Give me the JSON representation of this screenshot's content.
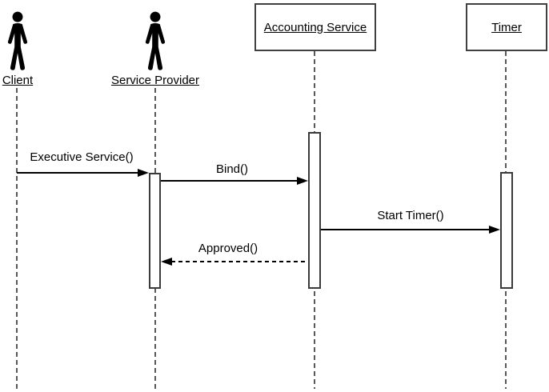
{
  "diagram": {
    "type": "uml-sequence-diagram",
    "participants": [
      {
        "id": "client",
        "kind": "actor",
        "label": "Client"
      },
      {
        "id": "service-provider",
        "kind": "actor",
        "label": "Service Provider"
      },
      {
        "id": "accounting-service",
        "kind": "object",
        "label": "Accounting Service"
      },
      {
        "id": "timer",
        "kind": "object",
        "label": "Timer"
      }
    ],
    "messages": [
      {
        "label": "Executive Service()",
        "from": "Client",
        "to": "Service Provider",
        "line": "solid"
      },
      {
        "label": "Bind()",
        "from": "Service Provider",
        "to": "Accounting Service",
        "line": "solid"
      },
      {
        "label": "Start Timer()",
        "from": "Accounting Service",
        "to": "Timer",
        "line": "solid"
      },
      {
        "label": "Approved()",
        "from": "Accounting Service",
        "to": "Service Provider",
        "line": "dashed"
      }
    ],
    "colors": {
      "line": "#000000",
      "lifeline": "#595959",
      "box_border": "#404040",
      "fill": "#ffffff"
    }
  }
}
